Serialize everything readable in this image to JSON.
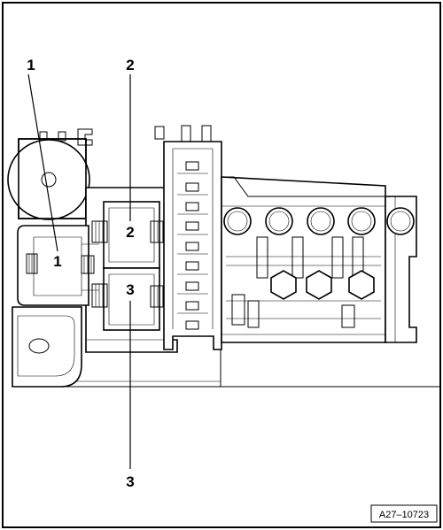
{
  "diagram": {
    "callouts": [
      "1",
      "2",
      "3"
    ],
    "reference_code": "A27–10723"
  }
}
